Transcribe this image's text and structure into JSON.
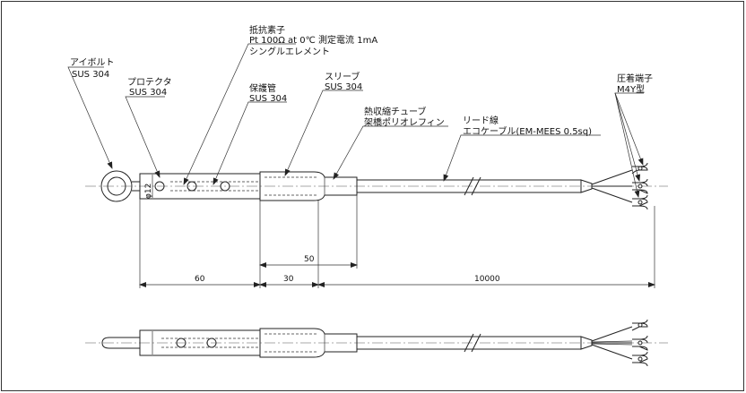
{
  "labels": {
    "eyebolt": {
      "name": "アイボルト",
      "material": "SUS 304"
    },
    "protector": {
      "name": "プロテクタ",
      "material": "SUS 304"
    },
    "element": {
      "name": "抵抗素子",
      "spec": "Pt 100Ω at 0℃ 測定電流 1mA",
      "type": "シングルエレメント"
    },
    "protection_tube": {
      "name": "保護管",
      "material": "SUS 304"
    },
    "sleeve": {
      "name": "スリーブ",
      "material": "SUS 304"
    },
    "heat_shrink": {
      "name": "熱収縮チューブ",
      "material": "架橋ポリオレフィン"
    },
    "lead_wire": {
      "name": "リード線",
      "spec": "エコケーブル(EM-MEES 0.5sq)"
    },
    "terminal": {
      "name": "圧着端子",
      "type": "M4Y型"
    },
    "diameter": "φ12"
  },
  "dimensions": {
    "d60": "60",
    "d30": "30",
    "d50": "50",
    "d10000": "10000"
  }
}
